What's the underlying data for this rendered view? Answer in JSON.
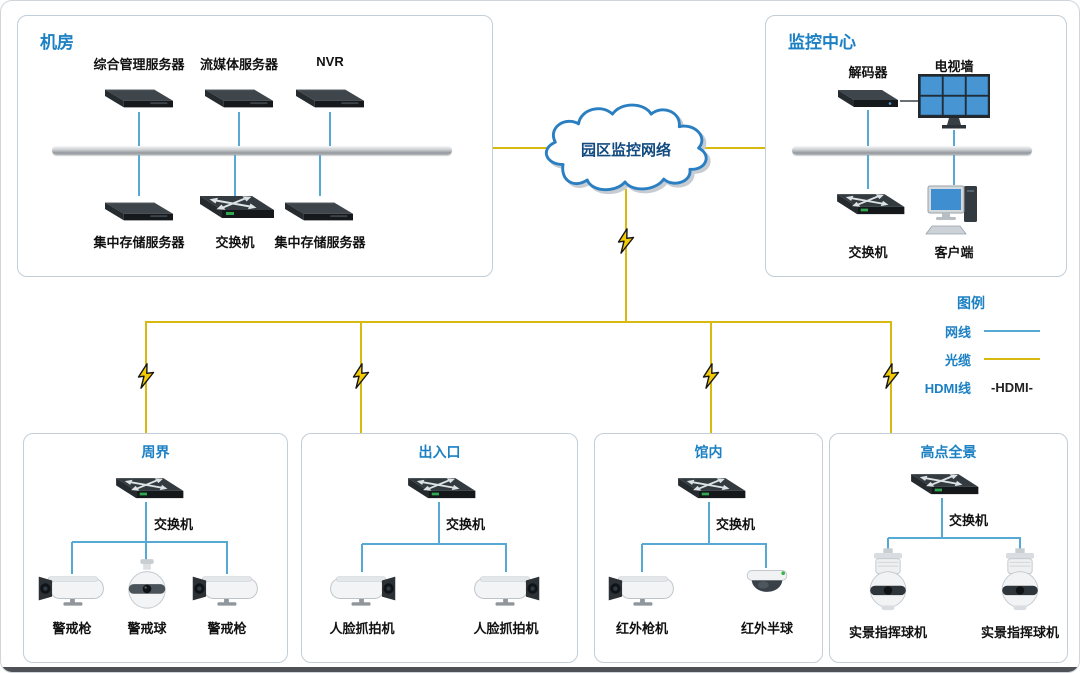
{
  "diagram": {
    "cloud_label": "园区监控网络"
  },
  "server_room": {
    "title": "机房",
    "top_devices": [
      "综合管理服务器",
      "流媒体服务器",
      "NVR"
    ],
    "bottom_devices": [
      "集中存储服务器",
      "交换机",
      "集中存储服务器"
    ]
  },
  "monitor_center": {
    "title": "监控中心",
    "decoder": "解码器",
    "tv_wall": "电视墙",
    "switch": "交换机",
    "client": "客户端"
  },
  "legend": {
    "title": "图例",
    "items": [
      {
        "label": "网线",
        "style": "blue"
      },
      {
        "label": "光缆",
        "style": "yellow"
      },
      {
        "label": "HDMI线",
        "style": "text",
        "sample": "-HDMI-"
      }
    ]
  },
  "zones": [
    {
      "title": "周界",
      "switch_label": "交换机",
      "cameras": [
        "警戒枪",
        "警戒球",
        "警戒枪"
      ]
    },
    {
      "title": "出入口",
      "switch_label": "交换机",
      "cameras": [
        "人脸抓拍机",
        "人脸抓拍机"
      ]
    },
    {
      "title": "馆内",
      "switch_label": "交换机",
      "cameras": [
        "红外枪机",
        "红外半球"
      ]
    },
    {
      "title": "高点全景",
      "switch_label": "交换机",
      "cameras": [
        "实景指挥球机",
        "实景指挥球机"
      ]
    }
  ],
  "colors": {
    "accent_blue": "#1b80c4",
    "ethernet_blue": "#57a9d5",
    "fiber_yellow": "#d8b90f"
  }
}
